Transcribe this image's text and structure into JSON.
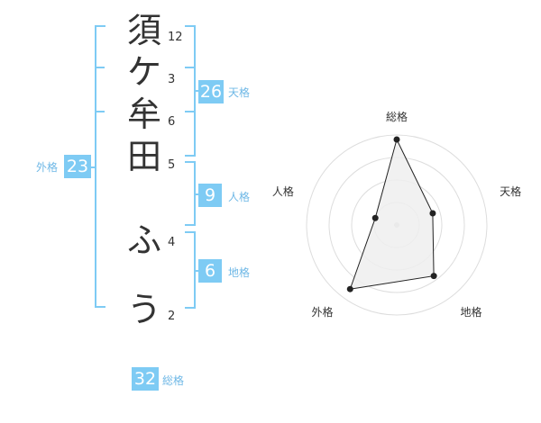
{
  "characters": [
    {
      "char": "須",
      "strokes": "12"
    },
    {
      "char": "ケ",
      "strokes": "3"
    },
    {
      "char": "牟",
      "strokes": "6"
    },
    {
      "char": "田",
      "strokes": "5"
    },
    {
      "char": "ふ",
      "strokes": "4"
    },
    {
      "char": "う",
      "strokes": "2"
    }
  ],
  "kakusu": {
    "tenkaku": {
      "value": "26",
      "label": "天格"
    },
    "jinkaku": {
      "value": "9",
      "label": "人格"
    },
    "chikaku": {
      "value": "6",
      "label": "地格"
    },
    "gaikaku": {
      "value": "23",
      "label": "外格"
    },
    "soukaku": {
      "value": "32",
      "label": "総格"
    }
  },
  "chart_data": {
    "type": "radar",
    "axes": [
      "総格",
      "天格",
      "地格",
      "外格",
      "人格"
    ],
    "values": [
      0.95,
      0.42,
      0.7,
      0.88,
      0.25
    ],
    "rings": 4,
    "colors": {
      "fill": "#eeeeee",
      "stroke": "#222222",
      "grid": "#dddddd",
      "accent": "#7ecbf4"
    }
  }
}
